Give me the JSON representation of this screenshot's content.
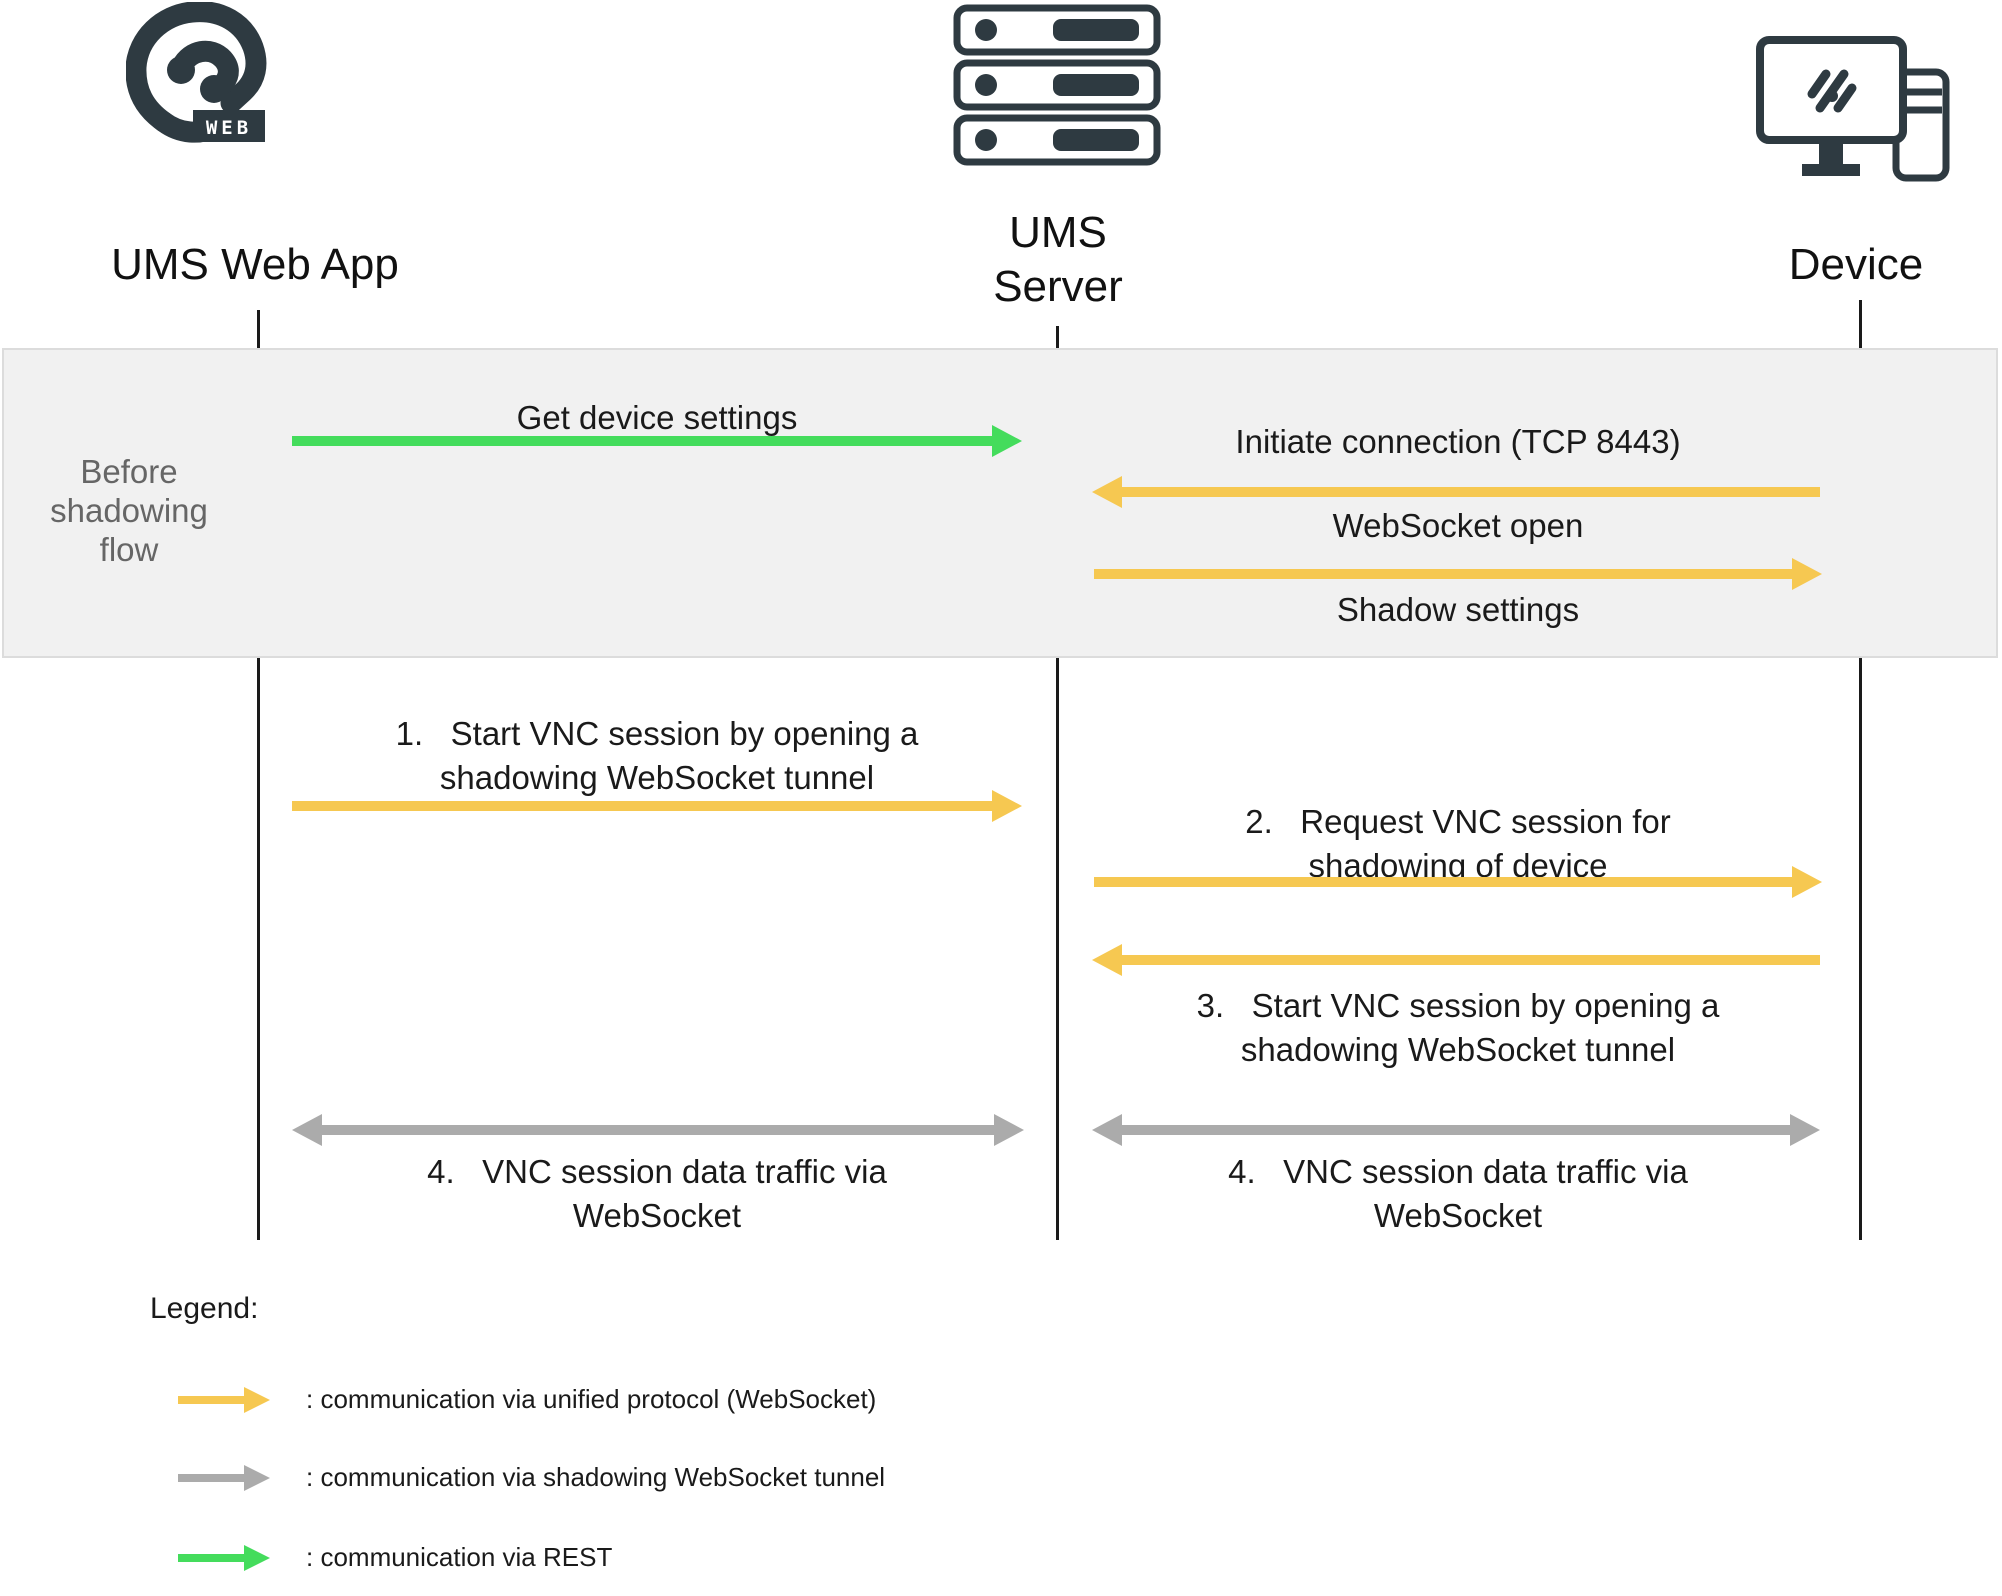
{
  "colors": {
    "dark_icon": "#2e3a41",
    "unified": "#f6c851",
    "tunnel": "#ababab",
    "rest": "#44dc5c",
    "lifeline": "#1a1a1a",
    "band_bg": "#f1f1f1",
    "band_border": "#dcdcdc",
    "muted_text": "#666666"
  },
  "icons": {
    "web_app": "igel-web-logo",
    "server": "server-rack-icon",
    "device": "workstation-icon"
  },
  "web_badge_label": "WEB",
  "actors": {
    "web_app": {
      "label": "UMS Web App"
    },
    "server": {
      "label": "UMS\nServer"
    },
    "device": {
      "label": "Device"
    }
  },
  "band": {
    "label": "Before\nshadowing\nflow"
  },
  "messages": {
    "get_device_settings": {
      "label": "Get device settings",
      "type": "rest",
      "from": "web_app",
      "to": "server"
    },
    "initiate_connection": {
      "label": "Initiate connection (TCP 8443)",
      "type": "unified",
      "from": "device",
      "to": "server"
    },
    "websocket_open": {
      "label": "WebSocket open",
      "type": "unified",
      "from": "server",
      "to": "device"
    },
    "shadow_settings": {
      "label": "Shadow settings",
      "type": "unified",
      "from": "server",
      "to": "device"
    },
    "step1": {
      "label": "1.   Start VNC session by opening a\nshadowing WebSocket tunnel",
      "type": "unified",
      "from": "web_app",
      "to": "server"
    },
    "step2": {
      "label": "2.   Request VNC session for\nshadowing of device",
      "type": "unified",
      "from": "server",
      "to": "device"
    },
    "step3": {
      "label": "3.   Start VNC session by opening a\nshadowing WebSocket tunnel",
      "type": "unified",
      "from": "device",
      "to": "server"
    },
    "step4_left": {
      "label": "4.   VNC session data traffic via\nWebSocket",
      "type": "tunnel",
      "from": "web_app",
      "to": "server"
    },
    "step4_right": {
      "label": "4.   VNC session data traffic via\nWebSocket",
      "type": "tunnel",
      "from": "server",
      "to": "device"
    }
  },
  "legend": {
    "title": "Legend:",
    "items": [
      {
        "swatch": "unified-arrow",
        "color": "#f6c851",
        "label": ": communication via unified protocol (WebSocket)"
      },
      {
        "swatch": "tunnel-arrow",
        "color": "#ababab",
        "label": ": communication via shadowing WebSocket tunnel"
      },
      {
        "swatch": "rest-arrow",
        "color": "#44dc5c",
        "label": ": communication via REST"
      }
    ]
  }
}
